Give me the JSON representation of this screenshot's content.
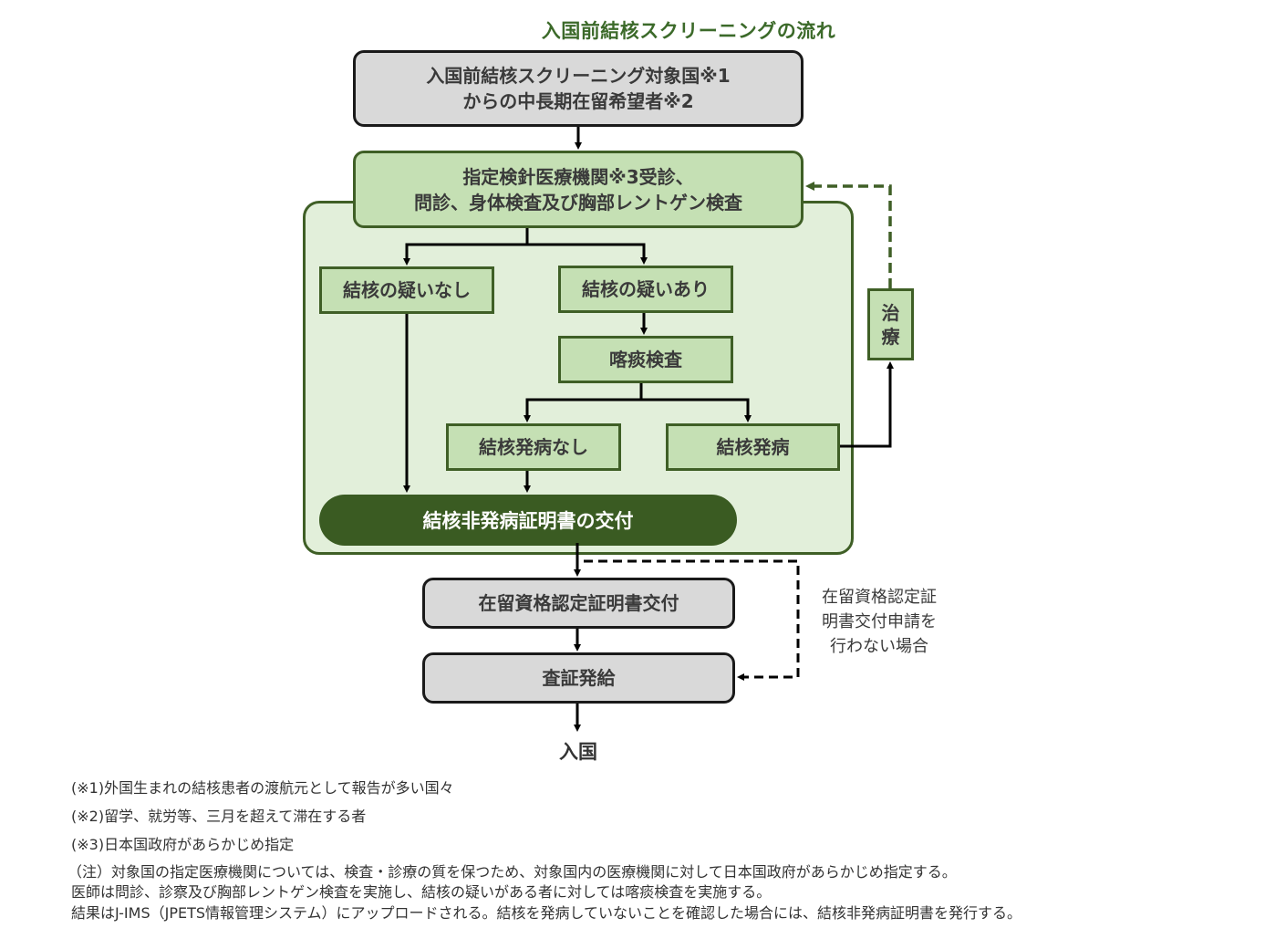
{
  "title": "入国前結核スクリーニングの流れ",
  "nodes": {
    "target_line1": "入国前結核スクリーニング対象国※1",
    "target_line2": "からの中長期在留希望者※2",
    "clinic_line1": "指定検針医療機関※3受診、",
    "clinic_line2": "問診、身体検査及び胸部レントゲン検査",
    "no_suspicion": "結核の疑いなし",
    "suspicion": "結核の疑いあり",
    "sputum_test": "喀痰検査",
    "no_onset": "結核発病なし",
    "onset": "結核発病",
    "treatment_char1": "治",
    "treatment_char2": "療",
    "certificate": "結核非発病証明書の交付",
    "coe_issue": "在留資格認定証明書交付",
    "visa_issue": "査証発給",
    "entry": "入国"
  },
  "side_note": {
    "line1": "在留資格認定証",
    "line2": "明書交付申請を",
    "line3": "行わない場合"
  },
  "footnotes": [
    "(※1)外国生まれの結核患者の渡航元として報告が多い国々",
    "(※2)留学、就労等、三月を超えて滞在する者",
    "(※3)日本国政府があらかじめ指定"
  ],
  "notes": [
    "（注）対象国の指定医療機関については、検査・診療の質を保つため、対象国内の医療機関に対して日本国政府があらかじめ指定する。",
    "医師は問診、診察及び胸部レントゲン検査を実施し、結核の疑いがある者に対しては喀痰検査を実施する。",
    "結果はJ-IMS（JPETS情報管理システム）にアップロードされる。結核を発病していないことを確認した場合には、結核非発病証明書を発行する。"
  ],
  "colors": {
    "title_green": "#3c6a2a",
    "dark_green": "#3a5b22",
    "light_green": "#c5e0b4",
    "panel_green": "#e2efda",
    "border_green": "#3f5f26",
    "gray": "#d9d9d9"
  }
}
